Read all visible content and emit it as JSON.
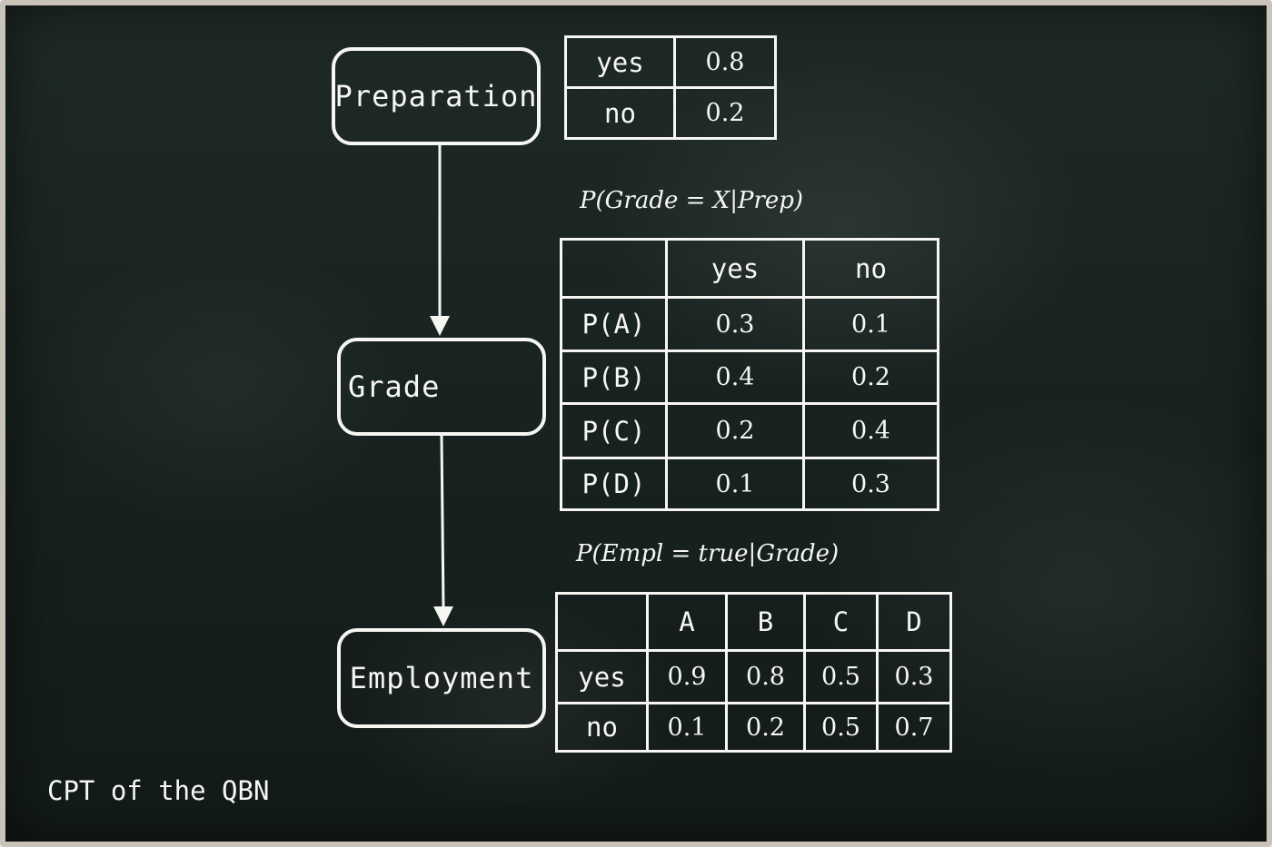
{
  "nodes": {
    "preparation": "Preparation",
    "grade": "Grade",
    "employment": "Employment"
  },
  "prep_table": {
    "rows": [
      {
        "label": "yes",
        "value": "0.8"
      },
      {
        "label": "no",
        "value": "0.2"
      }
    ]
  },
  "grade_formula": "P(Grade = X|Prep)",
  "grade_table": {
    "header": [
      "",
      "yes",
      "no"
    ],
    "rows": [
      {
        "label": "P(A)",
        "yes": "0.3",
        "no": "0.1"
      },
      {
        "label": "P(B)",
        "yes": "0.4",
        "no": "0.2"
      },
      {
        "label": "P(C)",
        "yes": "0.2",
        "no": "0.4"
      },
      {
        "label": "P(D)",
        "yes": "0.1",
        "no": "0.3"
      }
    ]
  },
  "empl_formula": "P(Empl = true|Grade)",
  "empl_table": {
    "header": [
      "",
      "A",
      "B",
      "C",
      "D"
    ],
    "rows": [
      {
        "label": "yes",
        "values": [
          "0.9",
          "0.8",
          "0.5",
          "0.3"
        ]
      },
      {
        "label": "no",
        "values": [
          "0.1",
          "0.2",
          "0.5",
          "0.7"
        ]
      }
    ]
  },
  "caption": "CPT of the QBN",
  "colors": {
    "chalk": "#f6f6f2",
    "board": "#1c2624",
    "frame": "#c9c3b8"
  }
}
